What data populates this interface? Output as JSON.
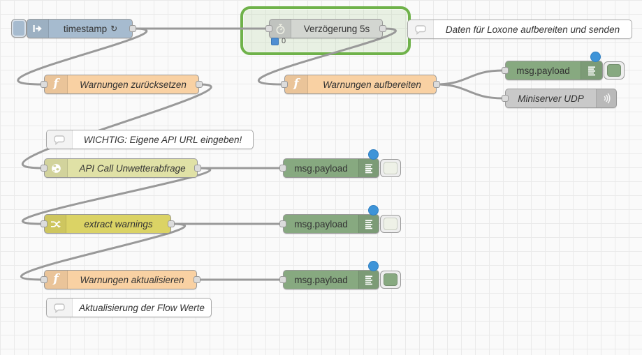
{
  "app": "node-red-flow-editor",
  "nodes": {
    "inject": {
      "label": "timestamp",
      "repeat_indicator": "↻",
      "type": "inject"
    },
    "delay": {
      "label": "Verzögerung 5s",
      "status_count": "0",
      "type": "delay",
      "selected": true
    },
    "comment_top": {
      "label": "Daten für Loxone aufbereiten und senden",
      "type": "comment"
    },
    "func_reset": {
      "label": "Warnungen zurücksetzen",
      "type": "function"
    },
    "func_prepare": {
      "label": "Warnungen aufbereiten",
      "type": "function"
    },
    "debug_top": {
      "label": "msg.payload",
      "type": "debug",
      "toggle": "enabled"
    },
    "udp": {
      "label": "Miniserver UDP",
      "type": "udp-out"
    },
    "comment_api": {
      "label": "WICHTIG: Eigene API URL eingeben!",
      "type": "comment"
    },
    "http": {
      "label": "API Call Unwetterabfrage",
      "type": "http-request"
    },
    "debug_1": {
      "label": "msg.payload",
      "type": "debug",
      "toggle": "disabled"
    },
    "change": {
      "label": "extract warnings",
      "type": "change"
    },
    "debug_2": {
      "label": "msg.payload",
      "type": "debug",
      "toggle": "disabled"
    },
    "func_update": {
      "label": "Warnungen aktualisieren",
      "type": "function"
    },
    "comment_update": {
      "label": "Aktualisierung der Flow Werte",
      "type": "comment"
    },
    "debug_3": {
      "label": "msg.payload",
      "type": "debug",
      "toggle": "enabled"
    }
  },
  "icons": {
    "function_glyph": "f",
    "inject_icon": "arrow-right-with-bar",
    "delay_icon": "timer",
    "comment_icon": "speech-bubble",
    "http_icon": "globe",
    "change_icon": "shuffle-arrows",
    "debug_icon": "list-lines",
    "udp_icon": "broadcast-waves"
  },
  "colors": {
    "inject_blue": "#a6bbcf",
    "function_orange": "#f9d1a3",
    "debug_green": "#87a980",
    "http_olive": "#e0e1a6",
    "change_yellow": "#dbd365",
    "udp_gray": "#c9c9c9",
    "delay_gray": "#d3d6d1",
    "selection_green": "#6fb24a",
    "changed_dot_blue": "#3e94d8",
    "status_blue": "#4e8ed2",
    "wire_gray": "#999999"
  }
}
